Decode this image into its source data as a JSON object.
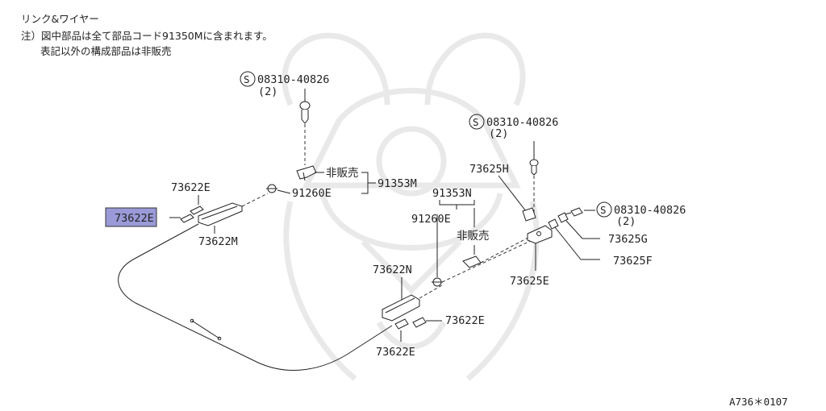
{
  "header": {
    "title": "リンク&ワイヤー",
    "note_line1": "注）図中部品は全て部品コード91350Mに含まれます。",
    "note_line2": "表記以外の構成部品は非販売"
  },
  "colors": {
    "highlight": "#9a9ad8",
    "line": "#222222",
    "watermark": "#ebebeb"
  },
  "icons": {
    "standard_part": "circled-s-icon",
    "watermark": "samurai-helmet-watermark-icon"
  },
  "standard_symbol": "S",
  "callouts": {
    "bolt_top_code": "08310-40826",
    "bolt_top_qty": "(2)",
    "bolt_mid_code": "08310-40826",
    "bolt_mid_qty": "(2)",
    "bolt_right_code": "08310-40826",
    "bolt_right_qty": "(2)",
    "p73622e_top": "73622E",
    "p73622e_left": "73622E",
    "p73622m": "73622M",
    "nonsale_top": "非販売",
    "p91260e_top": "91260E",
    "p91353m": "91353M",
    "p73625h": "73625H",
    "p91353n": "91353N",
    "p91260e_mid": "91260E",
    "nonsale_mid": "非販売",
    "p73625g": "73625G",
    "p73625f": "73625F",
    "p73622n": "73622N",
    "p73625e": "73625E",
    "p73622e_right": "73622E",
    "p73622e_bottom": "73622E"
  },
  "footer": {
    "diagram_code": "A736＊0107"
  }
}
